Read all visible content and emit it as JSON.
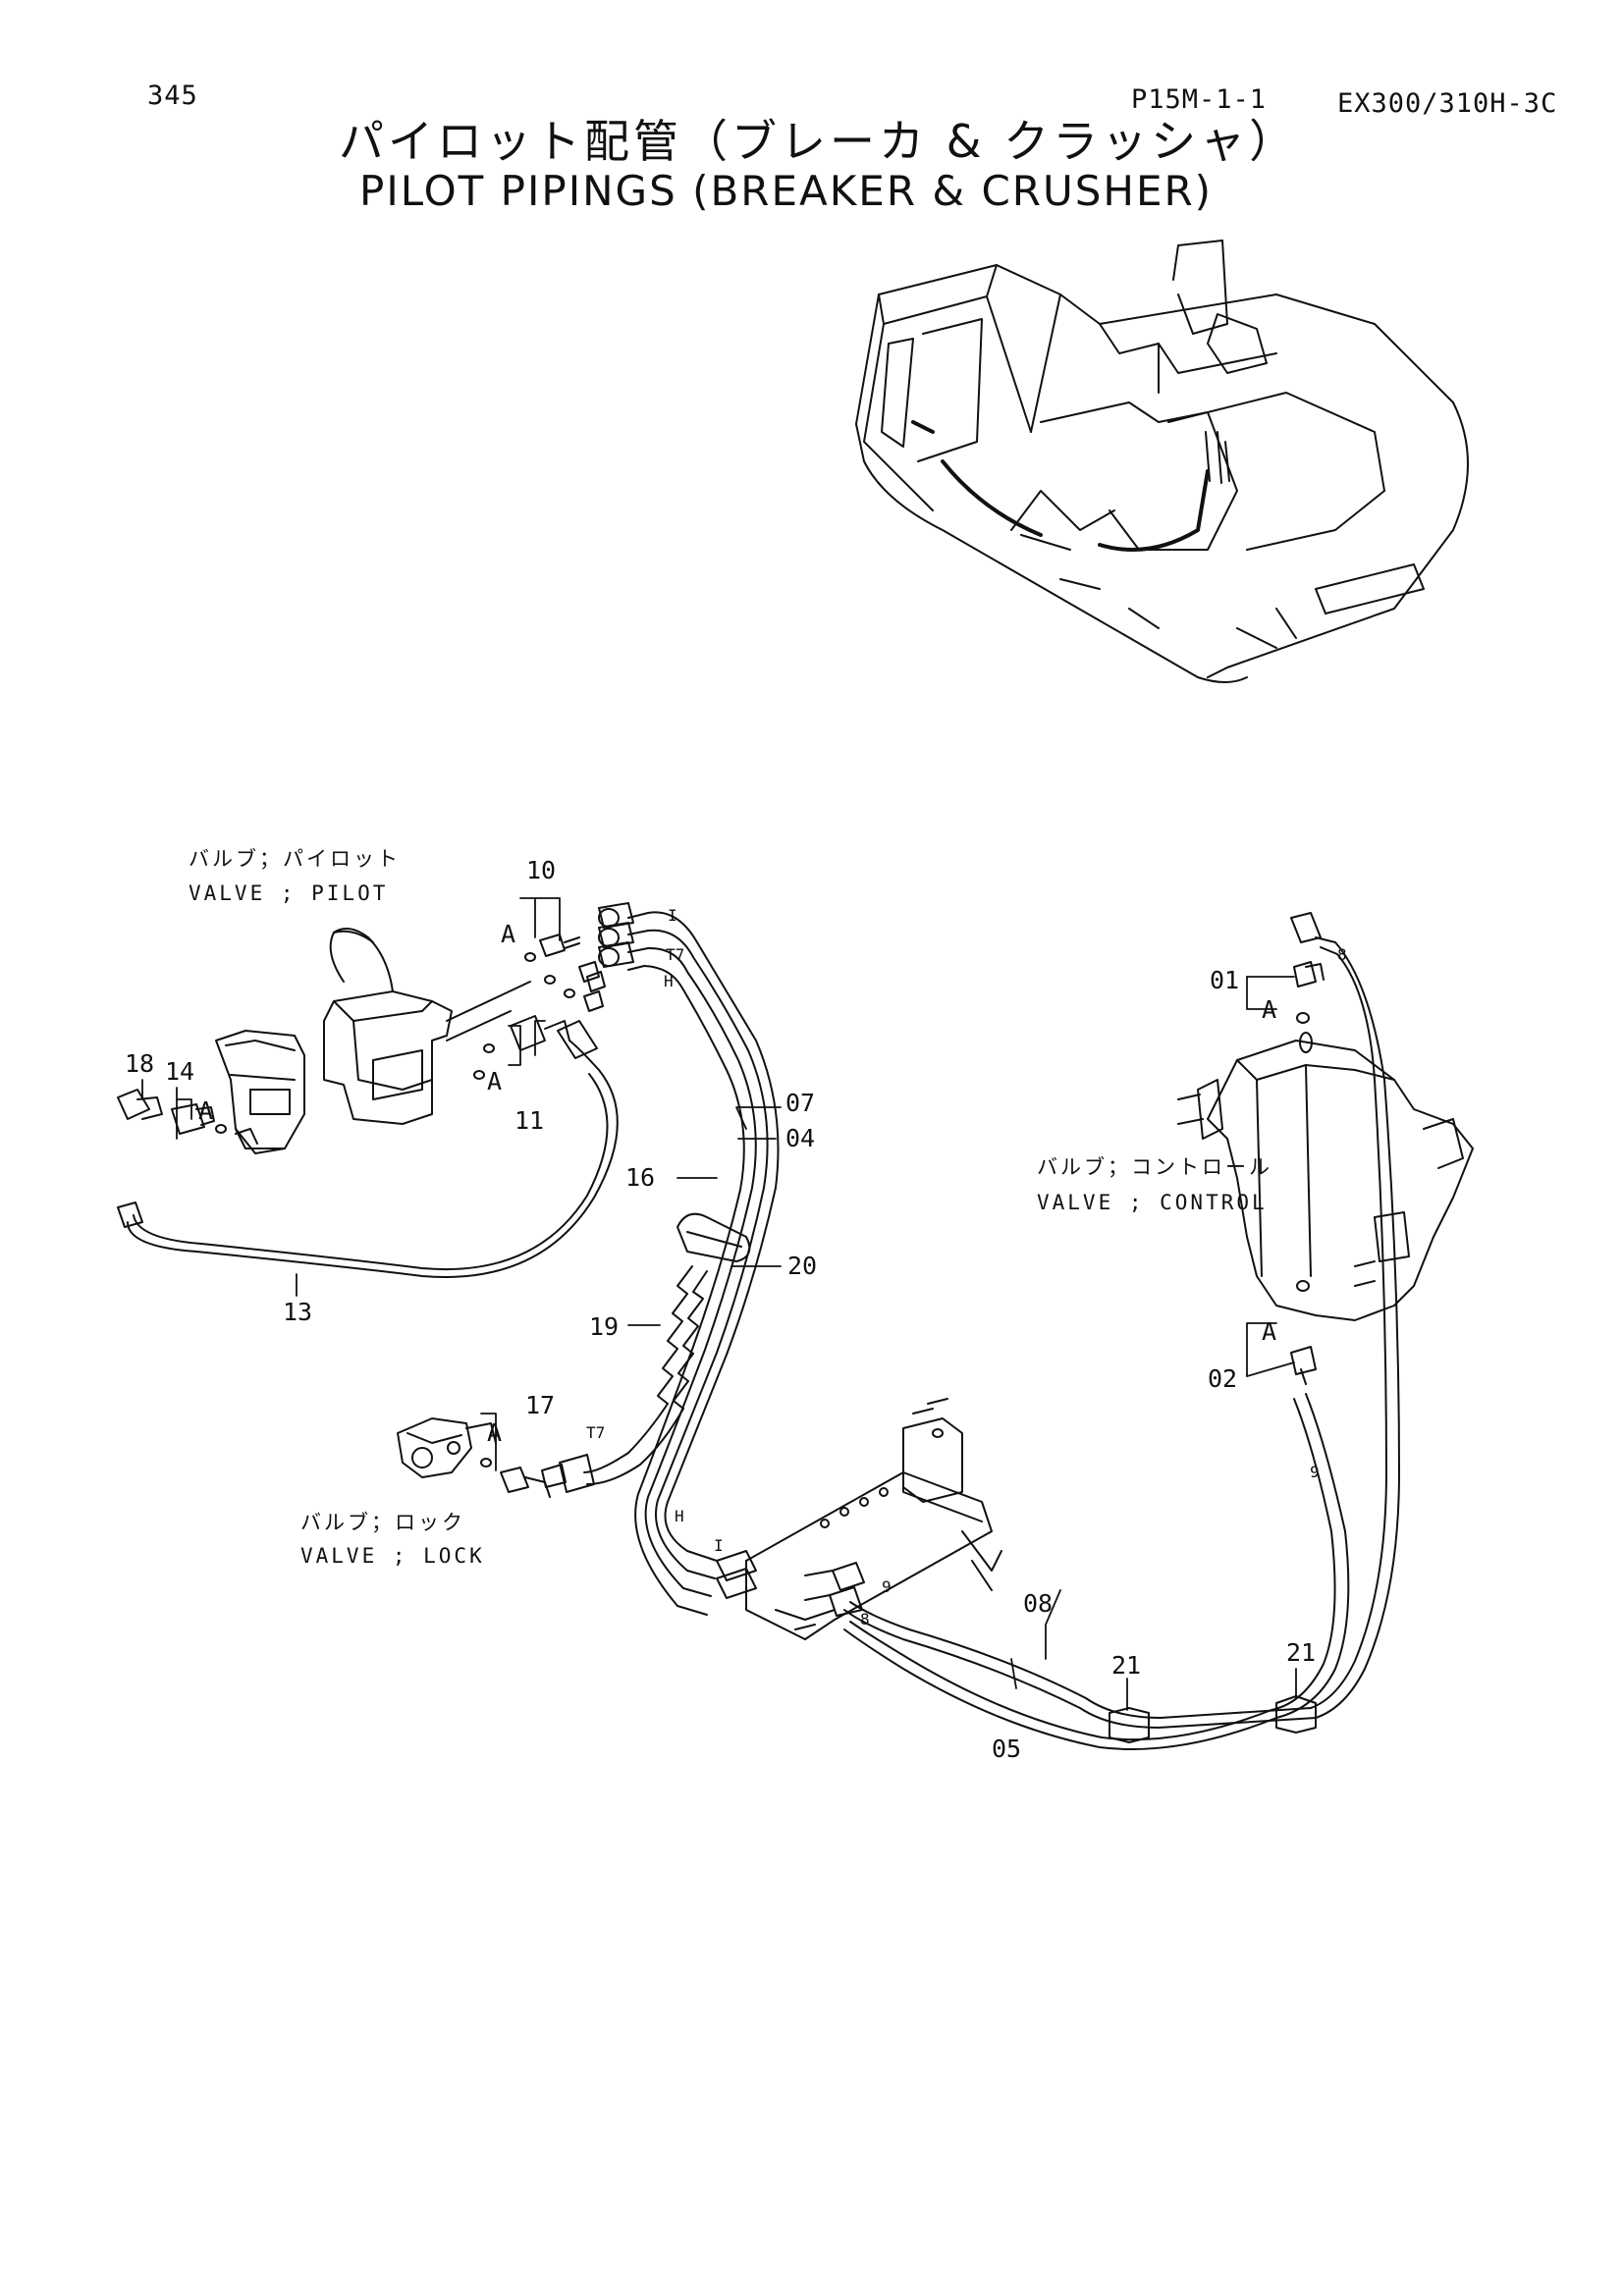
{
  "header": {
    "page_number": "345",
    "page_code": "P15M-1-1",
    "model": "EX300/310H-3C",
    "title_jp": "パイロット配管（ブレーカ & クラッシャ）",
    "title_en": "PILOT PIPINGS (BREAKER & CRUSHER)"
  },
  "components": {
    "pilot_jp": "バルブ；パイロット",
    "pilot_en": "VALVE ; PILOT",
    "control_jp": "バルブ；コントロール",
    "control_en": "VALVE ; CONTROL",
    "lock_jp": "バルブ；ロック",
    "lock_en": "VALVE ; LOCK"
  },
  "callouts": {
    "p10": "10",
    "p11": "11",
    "p13": "13",
    "p14": "14",
    "p16": "16",
    "p17": "17",
    "p18": "18",
    "p19": "19",
    "p20": "20",
    "p21a": "21",
    "p21b": "21",
    "p01": "01",
    "p02": "02",
    "p04": "04",
    "p05": "05",
    "p07": "07",
    "p08": "08"
  },
  "markers": {
    "a10": "A",
    "a11": "A",
    "a14": "A",
    "a17": "A",
    "a01": "A",
    "a02": "A",
    "port_i1": "I",
    "port_t7a": "T7",
    "port_h1": "H",
    "port_t7b": "T7",
    "port_i2": "I",
    "port_h2": "H",
    "port_9a": "9",
    "port_8a": "8",
    "port_8b": "8",
    "port_9b": "9"
  }
}
